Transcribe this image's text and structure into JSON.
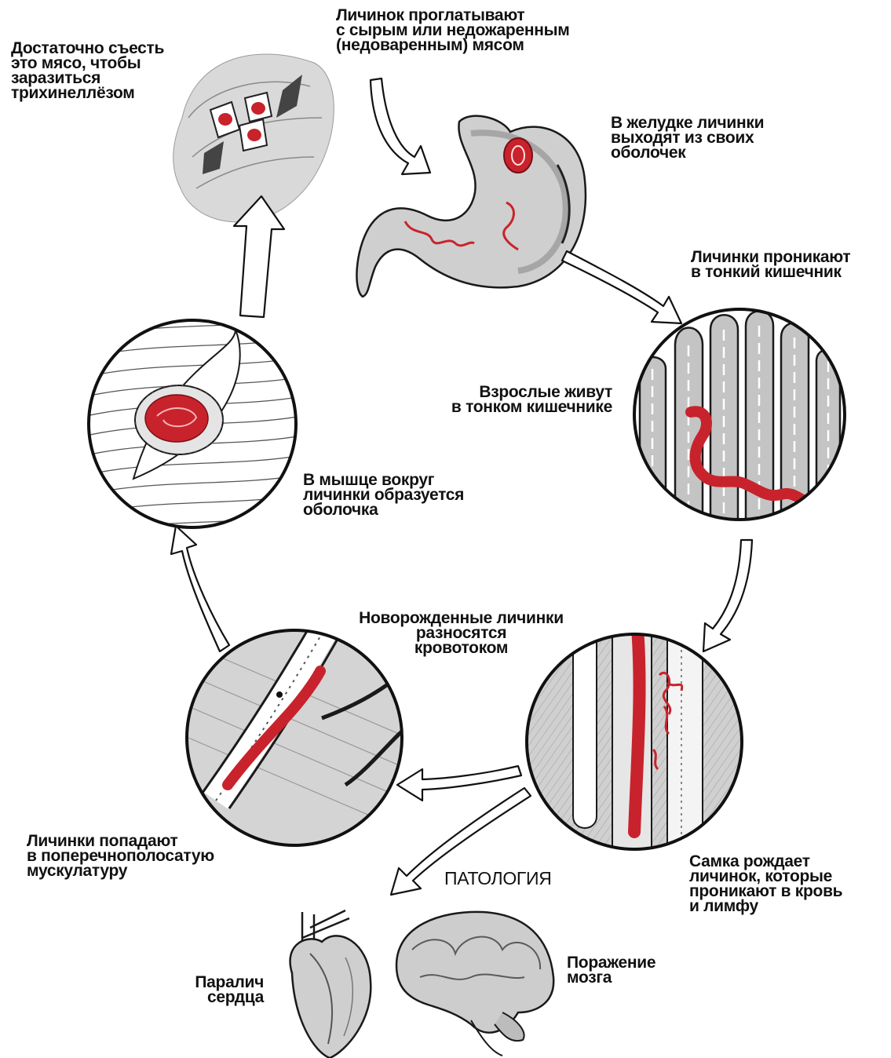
{
  "colors": {
    "accent_red": "#c8232c",
    "tissue_gray": "#b9b9b9",
    "outline": "#1a1a1a",
    "background": "#ffffff"
  },
  "labels": {
    "eat_meat": "Достаточно съесть\nэто мясо, чтобы\nзаразиться\nтрихинеллёзом",
    "swallow": "Личинок проглатывают\nс сырым или недожаренным\n(недоваренным) мясом",
    "stomach": "В желудке личинки\nвыходят из своих\nоболочек",
    "penetrate_intestine": "Личинки проникают\nв тонкий кишечник",
    "adults_live": "Взрослые живут\nв тонком кишечнике",
    "muscle_capsule": "В мышце вокруг\nличинки образуется\nоболочка",
    "newborn": "Новорожденные личинки\nразносятся\nкровотоком",
    "to_muscle": "Личинки попадают\nв поперечнополосатую\nмускулатуру",
    "female_birth": "Самка рождает\nличинок, которые\nпроникают в кровь\nи лимфу",
    "pathology": "ПАТОЛОГИЯ",
    "heart_paralysis": "Паралич\nсердца",
    "brain_damage": "Поражение\nмозга"
  },
  "illustrations": [
    "infected-meat",
    "stomach",
    "intestinal-villi-with-adult-worm",
    "female-in-intestine-releasing-larvae",
    "larva-in-blood-vessel",
    "encysted-larva-in-muscle",
    "heart",
    "brain"
  ]
}
